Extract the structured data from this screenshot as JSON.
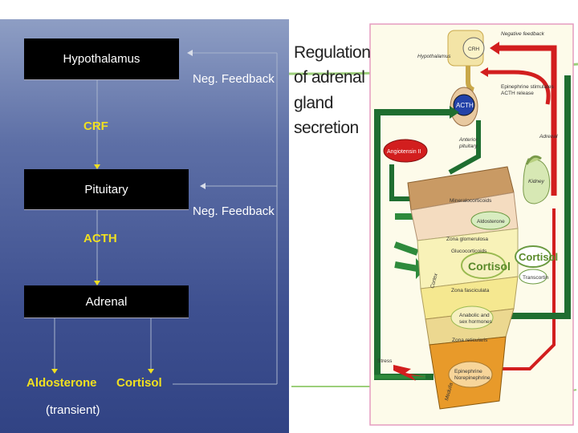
{
  "left": {
    "boxes": {
      "hypothalamus": "Hypothalamus",
      "pituitary": "Pituitary",
      "adrenal": "Adrenal"
    },
    "feedback_1": "Neg. Feedback",
    "feedback_2": "Neg. Feedback",
    "crf": "CRF",
    "acth": "ACTH",
    "aldosterone": "Aldosterone",
    "transient": "(transient)",
    "cortisol": "Cortisol"
  },
  "right": {
    "title_lines": [
      "Regulation",
      "of adrenal",
      "gland",
      "secretion"
    ],
    "labels": {
      "negative_feedback": "Negative feedback",
      "hypothalamus": "Hypothalamus",
      "crh": "CRH",
      "epinephrine_1": "Epinephrine stimulates",
      "epinephrine_2": "ACTH release",
      "acth": "ACTH",
      "anterior_1": "Anterior",
      "anterior_2": "pituitary",
      "angiotensin": "Angiotensin II",
      "adrenal": "Adrenal",
      "kidney": "Kidney",
      "mineralocorticoids": "Mineralocorticoids",
      "aldosterone": "Aldosterone",
      "zona_glomerulosa": "Zona glomerulosa",
      "glucocorticoids": "Glucocorticoids",
      "cortisol_cortex": "Cortisol",
      "cortisol_right": "Cortisol",
      "transcortin": "Transcortin",
      "cortex": "Cortex",
      "zona_fasciculata": "Zona fasciculata",
      "androgens_1": "Anabolic and",
      "androgens_2": "sex hormones",
      "zona_reticularis": "Zona reticularis",
      "stress": "Stress",
      "epinephrine_m1": "Epinephrine",
      "epinephrine_m2": "Norepinephrine",
      "medulla": "Medulla"
    }
  },
  "colors": {
    "dark_green": "#1f6e30",
    "red": "#d21e1e",
    "yellow_text": "#f0e020",
    "light_green": "#8fc63f"
  }
}
